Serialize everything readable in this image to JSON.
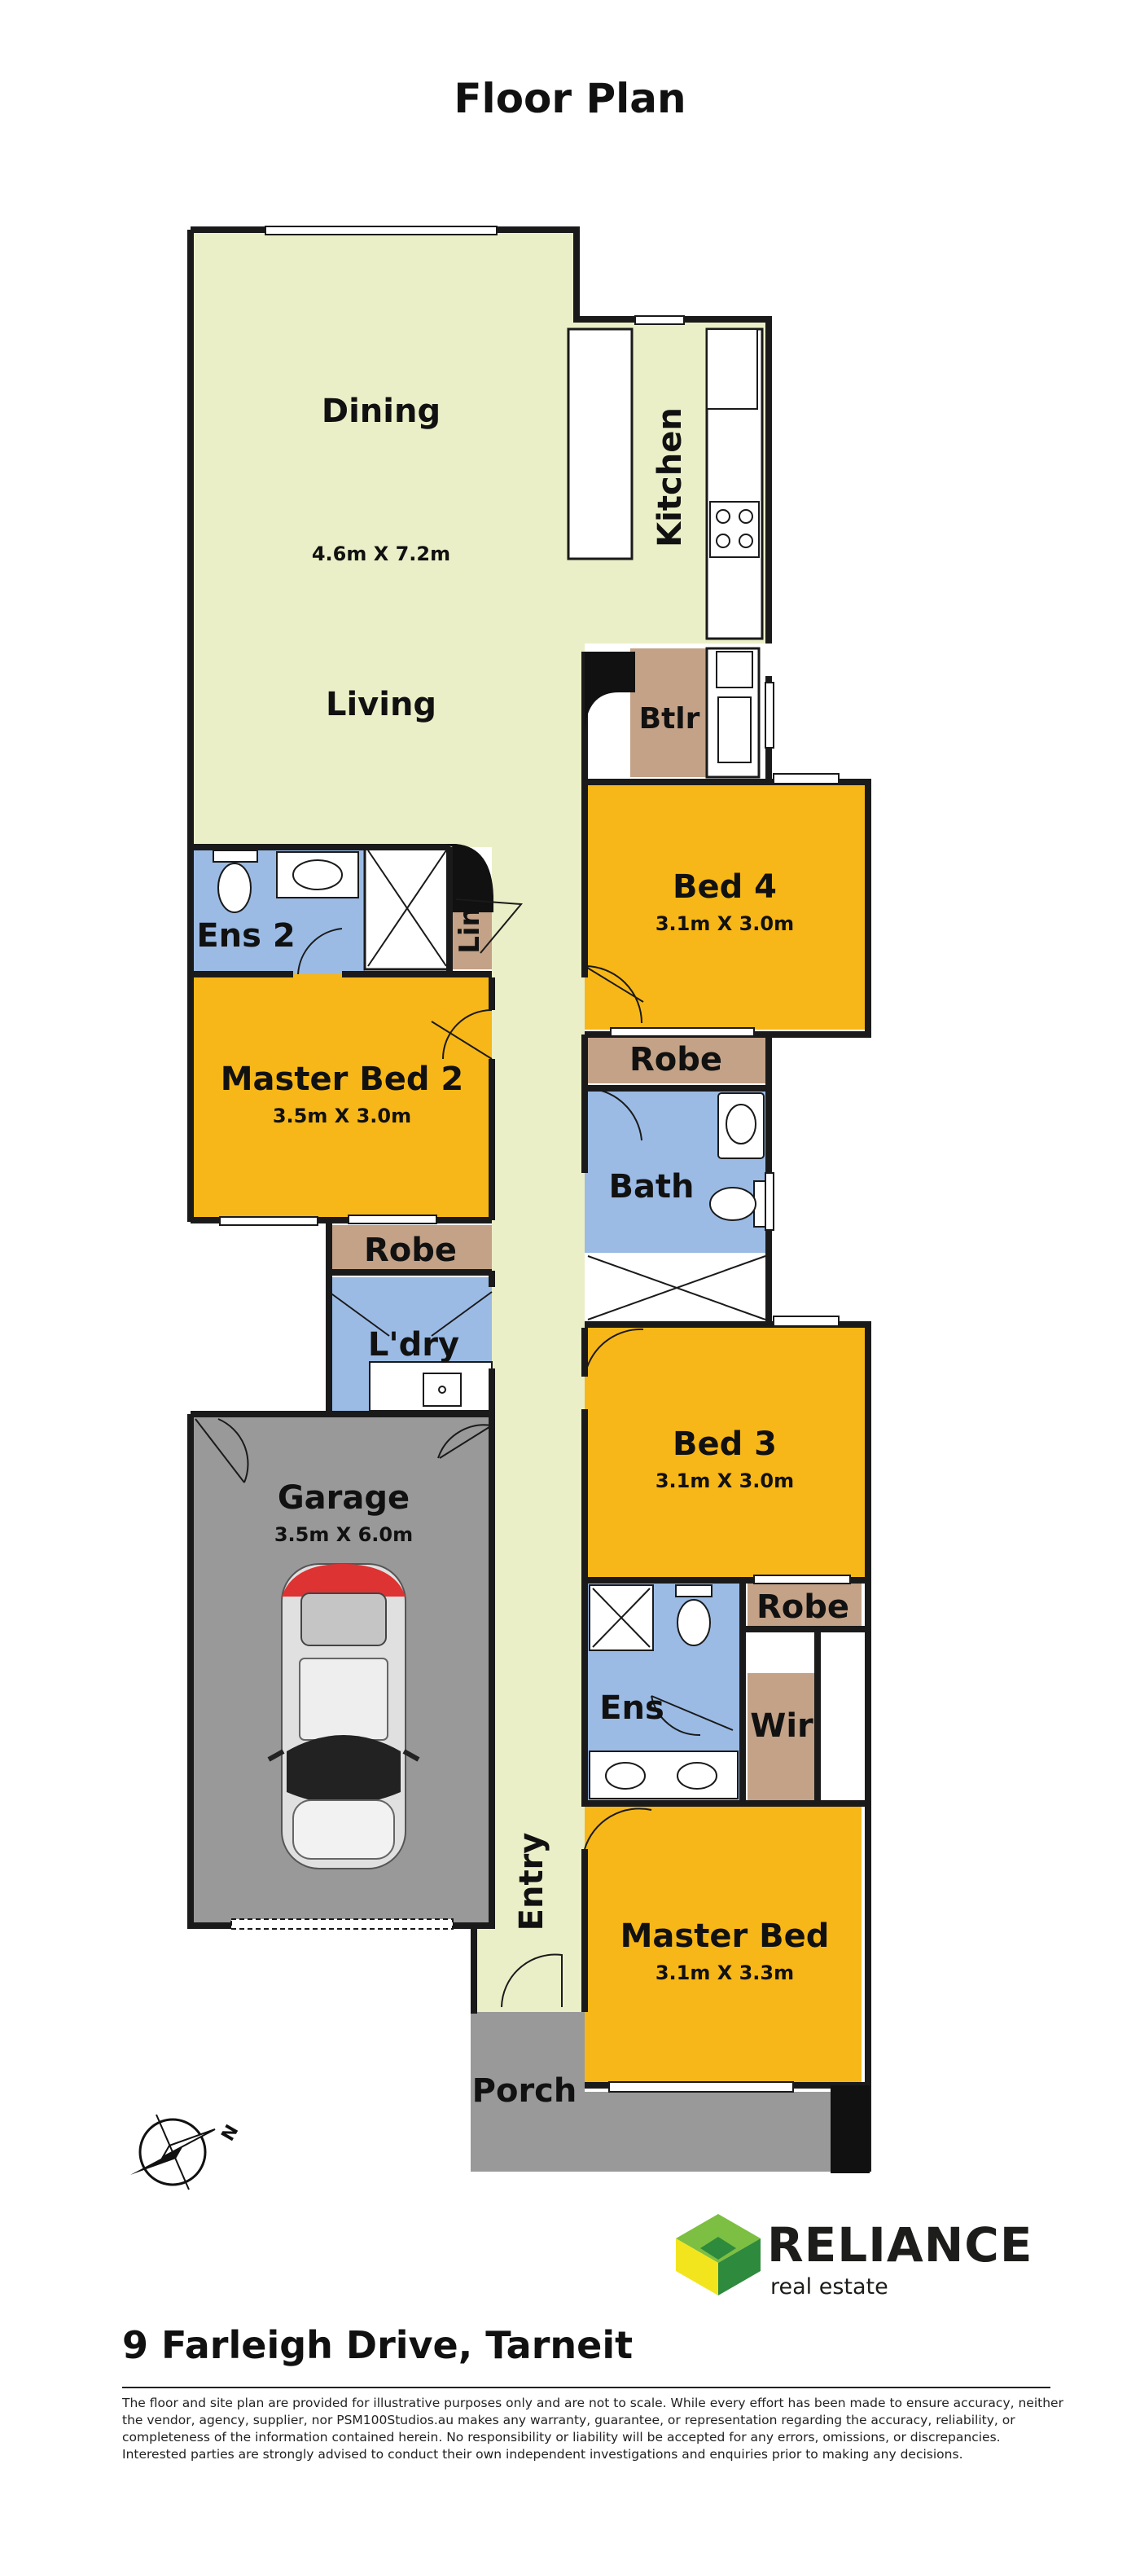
{
  "title": "Floor Plan",
  "rooms": {
    "dining": {
      "name": "Dining"
    },
    "living": {
      "name": "Living",
      "dims": "4.6m X 7.2m"
    },
    "kitchen": {
      "name": "Kitchen"
    },
    "btlr": {
      "name": "Btlr"
    },
    "bed4": {
      "name": "Bed 4",
      "dims": "3.1m X 3.0m"
    },
    "robe_bed4": {
      "name": "Robe"
    },
    "bath": {
      "name": "Bath"
    },
    "ens2": {
      "name": "Ens 2"
    },
    "lin": {
      "name": "Lin"
    },
    "master_bed2": {
      "name": "Master Bed 2",
      "dims": "3.5m X 3.0m"
    },
    "robe_mb2": {
      "name": "Robe"
    },
    "ldry": {
      "name": "L'dry"
    },
    "bed3": {
      "name": "Bed 3",
      "dims": "3.1m X 3.0m"
    },
    "robe_bed3": {
      "name": "Robe"
    },
    "ens": {
      "name": "Ens"
    },
    "wir": {
      "name": "Wir"
    },
    "garage": {
      "name": "Garage",
      "dims": "3.5m X 6.0m"
    },
    "entry": {
      "name": "Entry"
    },
    "master_bed": {
      "name": "Master Bed",
      "dims": "3.1m X 3.3m"
    },
    "porch": {
      "name": "Porch"
    }
  },
  "colors": {
    "living_fill": "#ebefc7",
    "bedroom_fill": "#f7b718",
    "wet_fill": "#9bbbe5",
    "storage_fill": "#c3a287",
    "garage_fill": "#999999",
    "wall": "#1a1a1a"
  },
  "icons": [
    "compass-icon",
    "car-icon",
    "stove-icon",
    "sink-icon",
    "toilet-icon",
    "shower-icon"
  ],
  "brand": {
    "name": "RELIANCE",
    "sub": "real estate",
    "colors": [
      "#7dbf42",
      "#2e8a3c",
      "#f2e51d"
    ]
  },
  "address": "9 Farleigh Drive, Tarneit",
  "disclaimer": "The floor and site plan are provided for illustrative purposes only and are not to scale. While every effort has been made to ensure accuracy, neither the vendor, agency, supplier, nor PSM100Studios.au makes any warranty, guarantee, or representation regarding the accuracy, reliability, or completeness of the information contained herein. No responsibility or liability will be accepted for any errors, omissions, or discrepancies. Interested parties are strongly advised to conduct their own independent investigations and enquiries prior to making any decisions."
}
